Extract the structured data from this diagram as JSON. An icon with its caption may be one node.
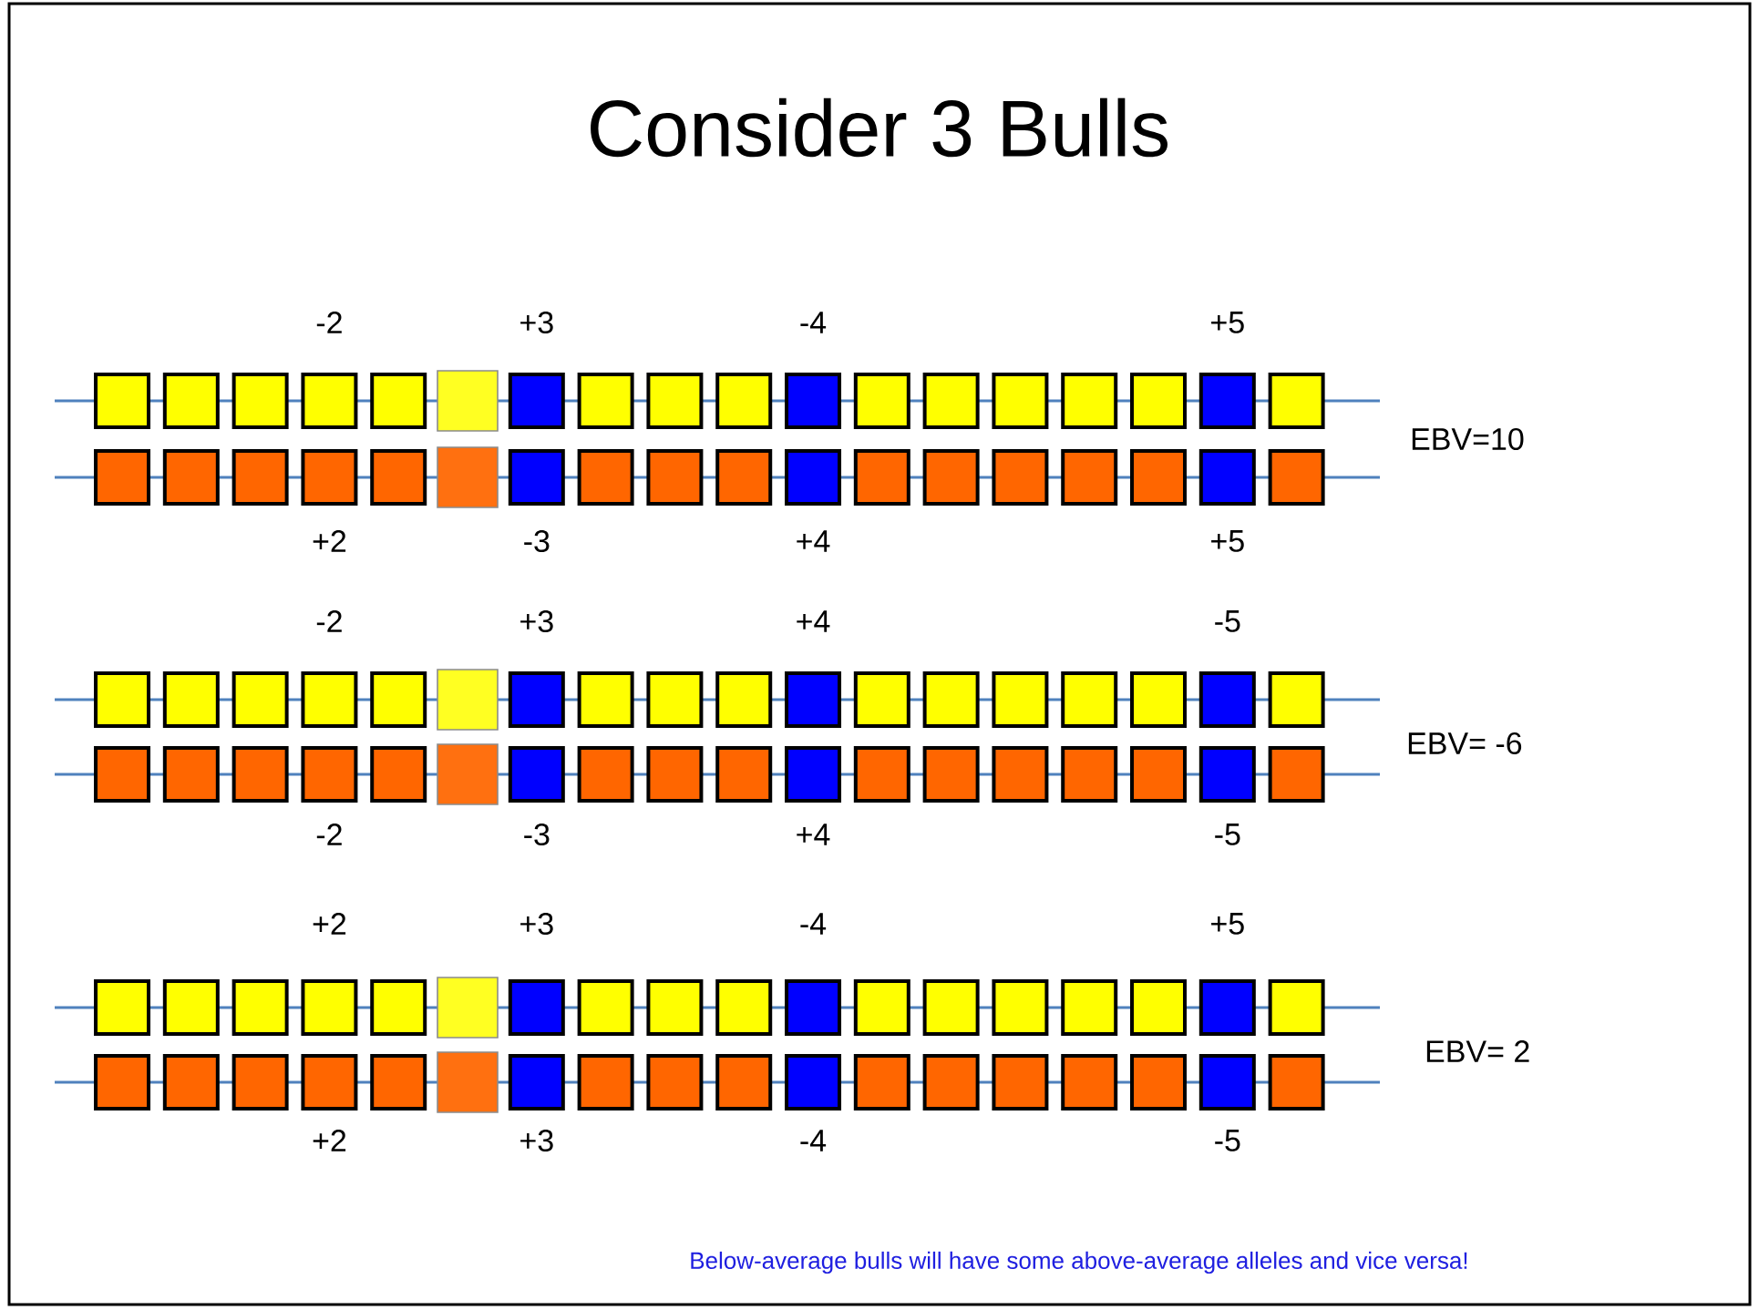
{
  "diagram": {
    "title": "Consider 3 Bulls",
    "labels": [
      "-2",
      "+3",
      "-4",
      "+5",
      "EBV=10",
      "+2",
      "-3",
      "+4",
      "+5",
      "-2",
      "+3",
      "+4",
      "-5",
      "EBV= -6",
      "-2",
      "-3",
      "+4",
      "-5",
      "+2",
      "+3",
      "-4",
      "+5",
      "EBV= 2",
      "+2",
      "+3",
      "-4",
      "-5",
      "Below-average  bulls will have some above-average  alleles  and vice versa!"
    ]
  }
}
